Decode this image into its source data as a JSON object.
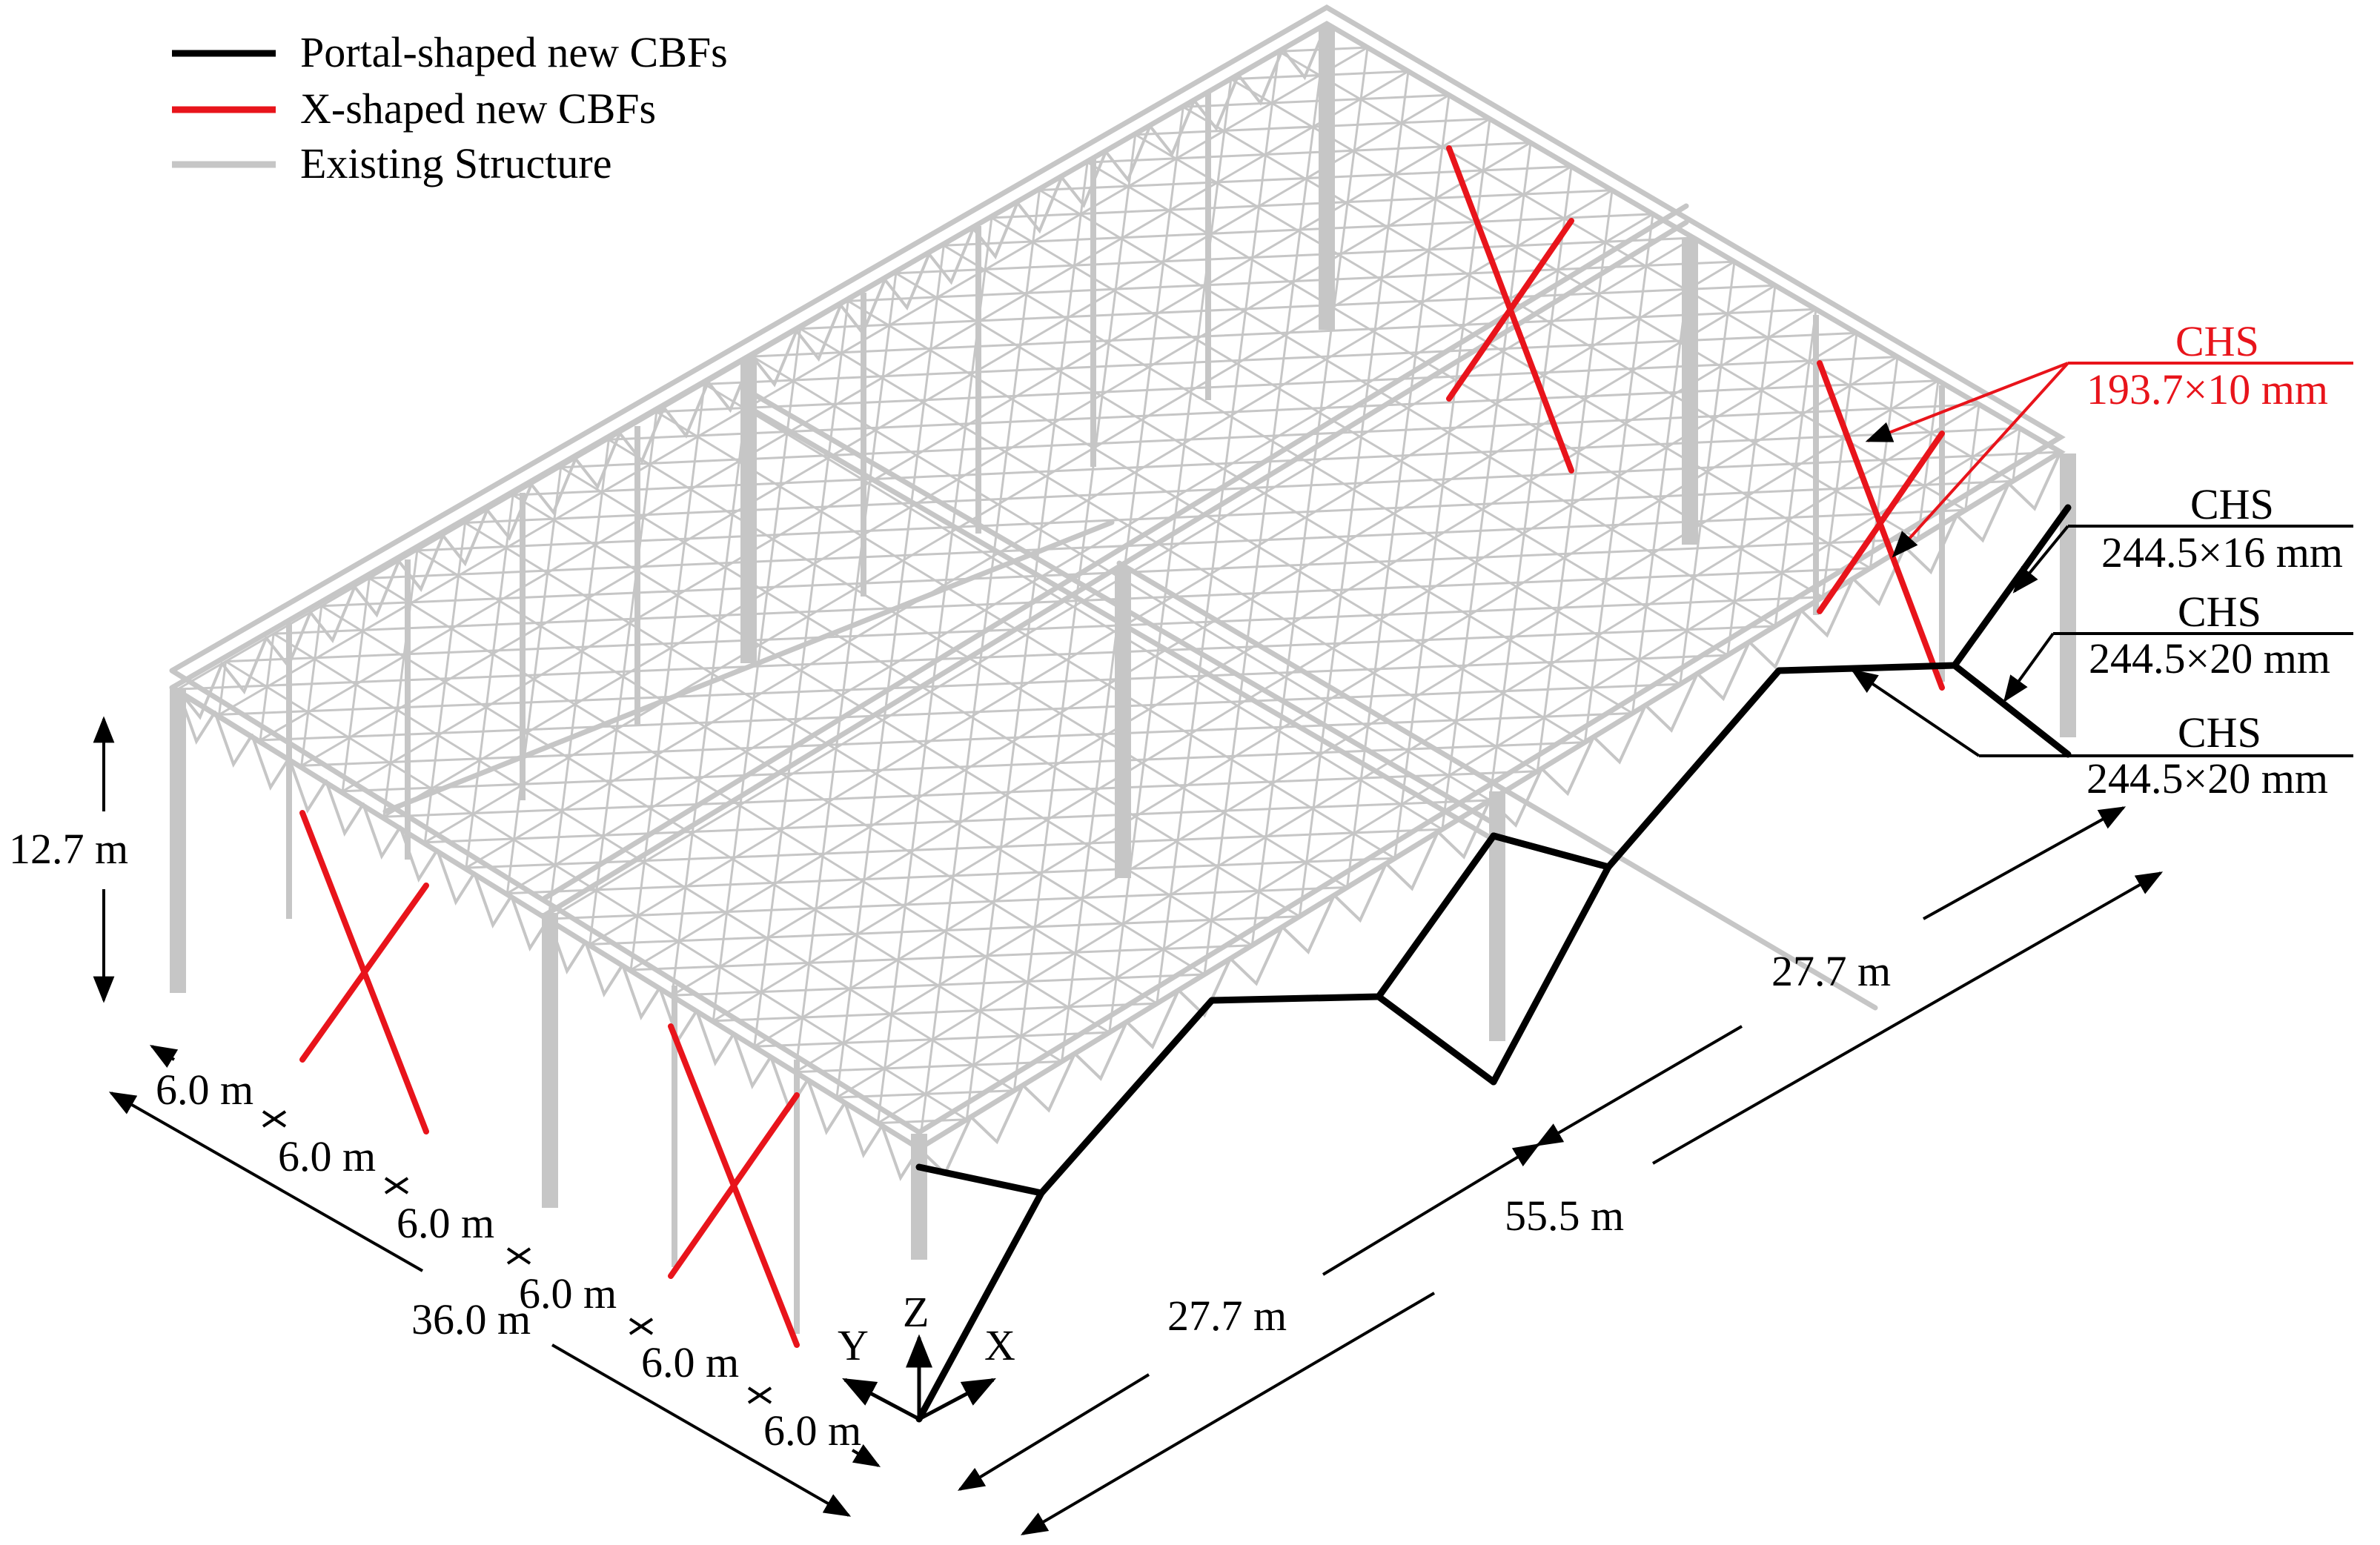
{
  "colors": {
    "portal": "#000000",
    "xbrace": "#e8141b",
    "existing": "#c6c6c6",
    "text": "#000000"
  },
  "legend": {
    "portal_label": "Portal-shaped new CBFs",
    "xbrace_label": "X-shaped new CBFs",
    "existing_label": "Existing Structure"
  },
  "dimensions": {
    "height": "12.7 m",
    "bay_1": "6.0 m",
    "bay_2": "6.0 m",
    "bay_3": "6.0 m",
    "bay_4": "6.0 m",
    "bay_5": "6.0 m",
    "bay_6": "6.0 m",
    "width_total": "36.0 m",
    "length_half_upper": "27.7 m",
    "length_half_lower": "27.7 m",
    "length_total": "55.5 m"
  },
  "annotations": {
    "red_chs_title": "CHS",
    "red_chs_size": "193.7×10 mm",
    "chs1_title": "CHS",
    "chs1_size": "244.5×16 mm",
    "chs2_title": "CHS",
    "chs2_size": "244.5×20 mm",
    "chs3_title": "CHS",
    "chs3_size": "244.5×20 mm"
  },
  "axes": {
    "z": "Z",
    "y": "Y",
    "x": "X"
  }
}
